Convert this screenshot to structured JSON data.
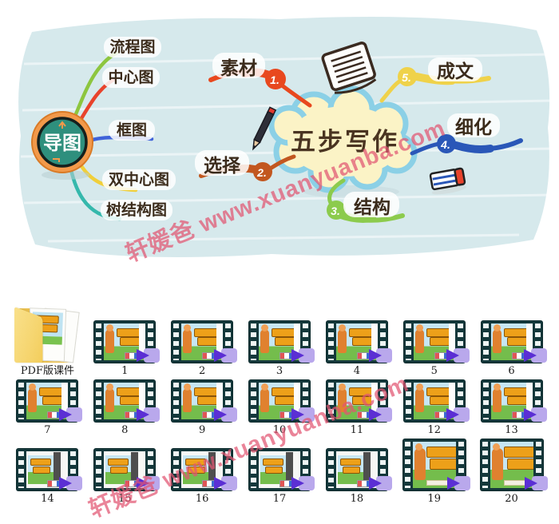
{
  "watermark": {
    "text": "轩媛爸 www.xuanyuanba.com",
    "color": "#e25672"
  },
  "mindmap": {
    "root": {
      "label": "导图",
      "ring_color": "#f2994a",
      "fill_color": "#2e8f7d"
    },
    "left_branches": [
      {
        "label": "流程图",
        "color": "#8dc63f"
      },
      {
        "label": "中心图",
        "color": "#e8432c"
      },
      {
        "label": "框图",
        "color": "#3f63d9"
      },
      {
        "label": "双中心图",
        "color": "#f0cf3a"
      },
      {
        "label": "树结构图",
        "color": "#35b8ac"
      }
    ],
    "cloud": {
      "label": "五步写作",
      "fill": "#fbf3c6",
      "border": "#8bd0e6"
    },
    "steps": [
      {
        "num": "1.",
        "label": "素材",
        "color": "#e8481e"
      },
      {
        "num": "2.",
        "label": "选择",
        "color": "#c2571f"
      },
      {
        "num": "3.",
        "label": "结构",
        "color": "#8ccb4d"
      },
      {
        "num": "4.",
        "label": "细化",
        "color": "#2a57b8"
      },
      {
        "num": "5.",
        "label": "成文",
        "color": "#efd24a"
      }
    ],
    "icons": [
      "notepad-icon",
      "pencil-icon",
      "eraser-icon"
    ]
  },
  "files": {
    "folder": {
      "label": "PDF版课件"
    },
    "videos": [
      {
        "label": "1",
        "variant": "title"
      },
      {
        "label": "2",
        "variant": "title"
      },
      {
        "label": "3",
        "variant": "title"
      },
      {
        "label": "4",
        "variant": "title"
      },
      {
        "label": "5",
        "variant": "title"
      },
      {
        "label": "6",
        "variant": "title"
      },
      {
        "label": "7",
        "variant": "title"
      },
      {
        "label": "8",
        "variant": "title"
      },
      {
        "label": "9",
        "variant": "title"
      },
      {
        "label": "10",
        "variant": "title"
      },
      {
        "label": "11",
        "variant": "title"
      },
      {
        "label": "12",
        "variant": "title"
      },
      {
        "label": "13",
        "variant": "title"
      },
      {
        "label": "14",
        "variant": "slide"
      },
      {
        "label": "15",
        "variant": "slide"
      },
      {
        "label": "16",
        "variant": "slide"
      },
      {
        "label": "17",
        "variant": "slide"
      },
      {
        "label": "18",
        "variant": "slide"
      },
      {
        "label": "19",
        "variant": "cover"
      },
      {
        "label": "20",
        "variant": "cover"
      }
    ]
  }
}
